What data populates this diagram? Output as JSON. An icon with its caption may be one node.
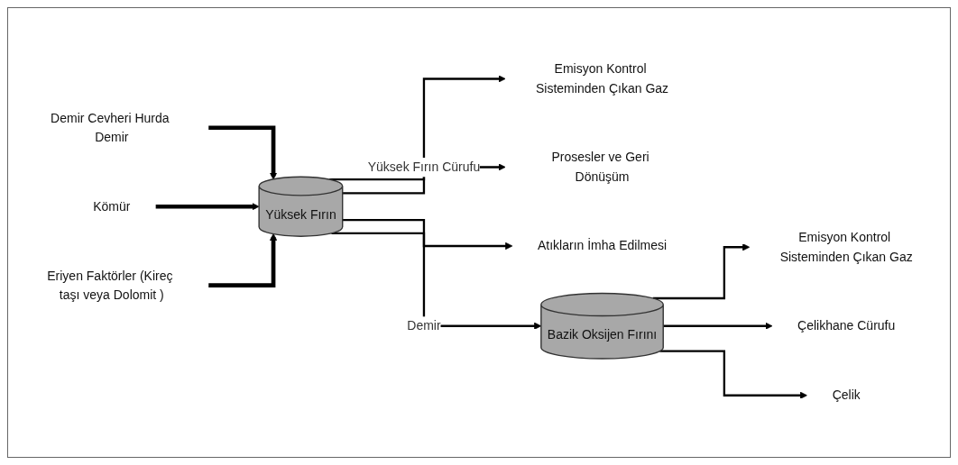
{
  "diagram": {
    "nodes": [
      {
        "text": [
          "Demir Cevheri Hurda Demir"
        ]
      },
      {
        "text": [
          "Kömür"
        ]
      },
      {
        "text": [
          "Eriyen Faktörler (Kireç taşı veya Dolomit )"
        ]
      },
      {
        "text": [
          "Yüksek Fırın"
        ]
      },
      {
        "text": [
          "Emisyon Kontrol Sisteminden Çıkan Gaz"
        ]
      },
      {
        "text": [
          "Prosesler ve Geri Dönüşüm"
        ]
      },
      {
        "text": [
          "Atıkların İmha Edilmesi"
        ]
      },
      {
        "text": [
          "Bazik Oksijen Fırını"
        ]
      },
      {
        "text": [
          "Emisyon Kontrol Sisteminden Çıkan Gaz"
        ]
      },
      {
        "text": [
          "Çelikhane Cürufu"
        ]
      },
      {
        "text": [
          "Çelik"
        ]
      }
    ],
    "edges": [
      {
        "from": 0,
        "to": 3,
        "arrow": "to",
        "style": "thick"
      },
      {
        "from": 1,
        "to": 3,
        "arrow": "to",
        "style": "thick"
      },
      {
        "from": 2,
        "to": 3,
        "arrow": "to",
        "style": "thick"
      },
      {
        "from": 3,
        "to": 4,
        "arrow": "to"
      },
      {
        "from": 3,
        "to": 5,
        "arrow": "to",
        "label": "Yüksek Fırın Cürufu"
      },
      {
        "from": 3,
        "to": 6,
        "arrow": "to"
      },
      {
        "from": 3,
        "to": 7,
        "arrow": "to",
        "label": "Demir"
      },
      {
        "from": 7,
        "to": 8,
        "arrow": "to"
      },
      {
        "from": 7,
        "to": 9,
        "arrow": "to"
      },
      {
        "from": 7,
        "to": 10,
        "arrow": "to"
      }
    ]
  }
}
